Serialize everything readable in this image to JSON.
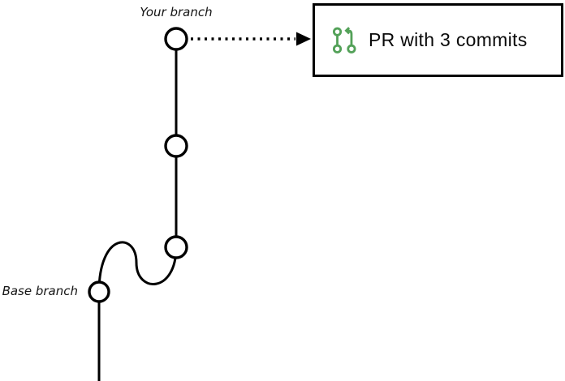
{
  "diagram": {
    "labels": {
      "your_branch": "Your branch",
      "base_branch": "Base branch"
    },
    "pr_box": {
      "text": "PR with 3 commits",
      "icon": "pull-request-icon"
    },
    "structure": {
      "your_branch_commit_count": 3,
      "base_branch_commit_count": 1,
      "arrow": "dotted arrow from top commit of your branch to PR box"
    },
    "colors": {
      "line": "#000000",
      "node_fill": "#ffffff",
      "pr_icon_green": "#53a158",
      "box_border": "#000000",
      "background": "#ffffff"
    }
  }
}
